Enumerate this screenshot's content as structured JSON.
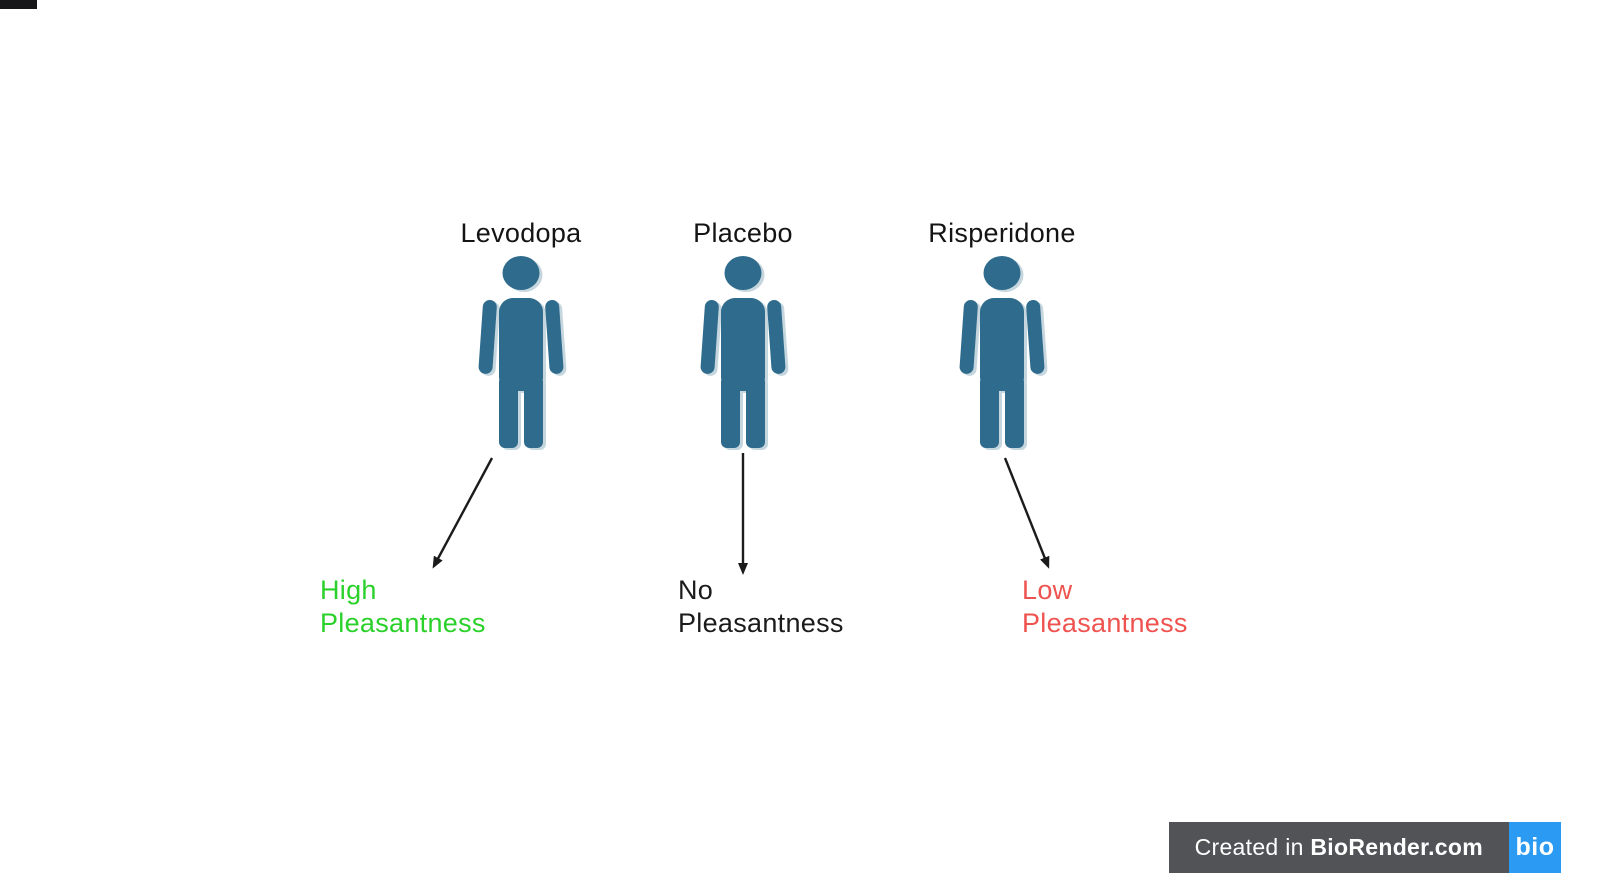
{
  "figure": {
    "person_color": "#2e6b8c",
    "arrow_color": "#1b1b1b",
    "groups": [
      {
        "label": "Levodopa",
        "lines": [
          "High",
          "Pleasantness"
        ],
        "outcome_color": "#2bd12b",
        "arrow_direction": "down-left"
      },
      {
        "label": "Placebo",
        "lines": [
          "No",
          "Pleasantness"
        ],
        "outcome_color": "#1b1b1b",
        "arrow_direction": "down"
      },
      {
        "label": "Risperidone",
        "lines": [
          "Low",
          "Pleasantness"
        ],
        "outcome_color": "#ef5350",
        "arrow_direction": "down-right"
      }
    ]
  },
  "badge": {
    "prefix": "Created in ",
    "brand": "BioRender.com",
    "logo_text": "bio",
    "bar_color": "#525357",
    "logo_color": "#2b9af3"
  }
}
